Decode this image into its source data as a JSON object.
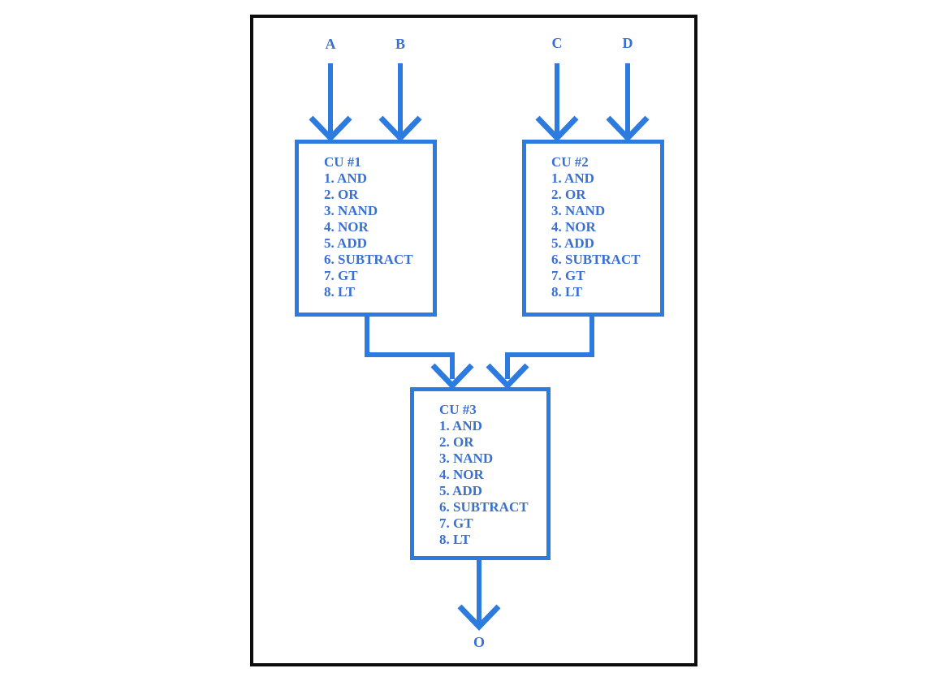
{
  "colors": {
    "wire_blue": "#2e7be0",
    "text_blue": "#3a70d0",
    "frame_black": "#0d0d0d",
    "background": "#ffffff"
  },
  "inputs": [
    {
      "label": "A"
    },
    {
      "label": "B"
    },
    {
      "label": "C"
    },
    {
      "label": "D"
    }
  ],
  "output": {
    "label": "O"
  },
  "boxes": [
    {
      "title": "CU #1",
      "items": [
        "1. AND",
        "2. OR",
        "3. NAND",
        "4. NOR",
        "5. ADD",
        "6. SUBTRACT",
        "7. GT",
        "8. LT"
      ]
    },
    {
      "title": "CU #2",
      "items": [
        "1. AND",
        "2. OR",
        "3. NAND",
        "4. NOR",
        "5. ADD",
        "6. SUBTRACT",
        "7. GT",
        "8. LT"
      ]
    },
    {
      "title": "CU #3",
      "items": [
        "1. AND",
        "2. OR",
        "3. NAND",
        "4. NOR",
        "5. ADD",
        "6. SUBTRACT",
        "7. GT",
        "8. LT"
      ]
    }
  ]
}
